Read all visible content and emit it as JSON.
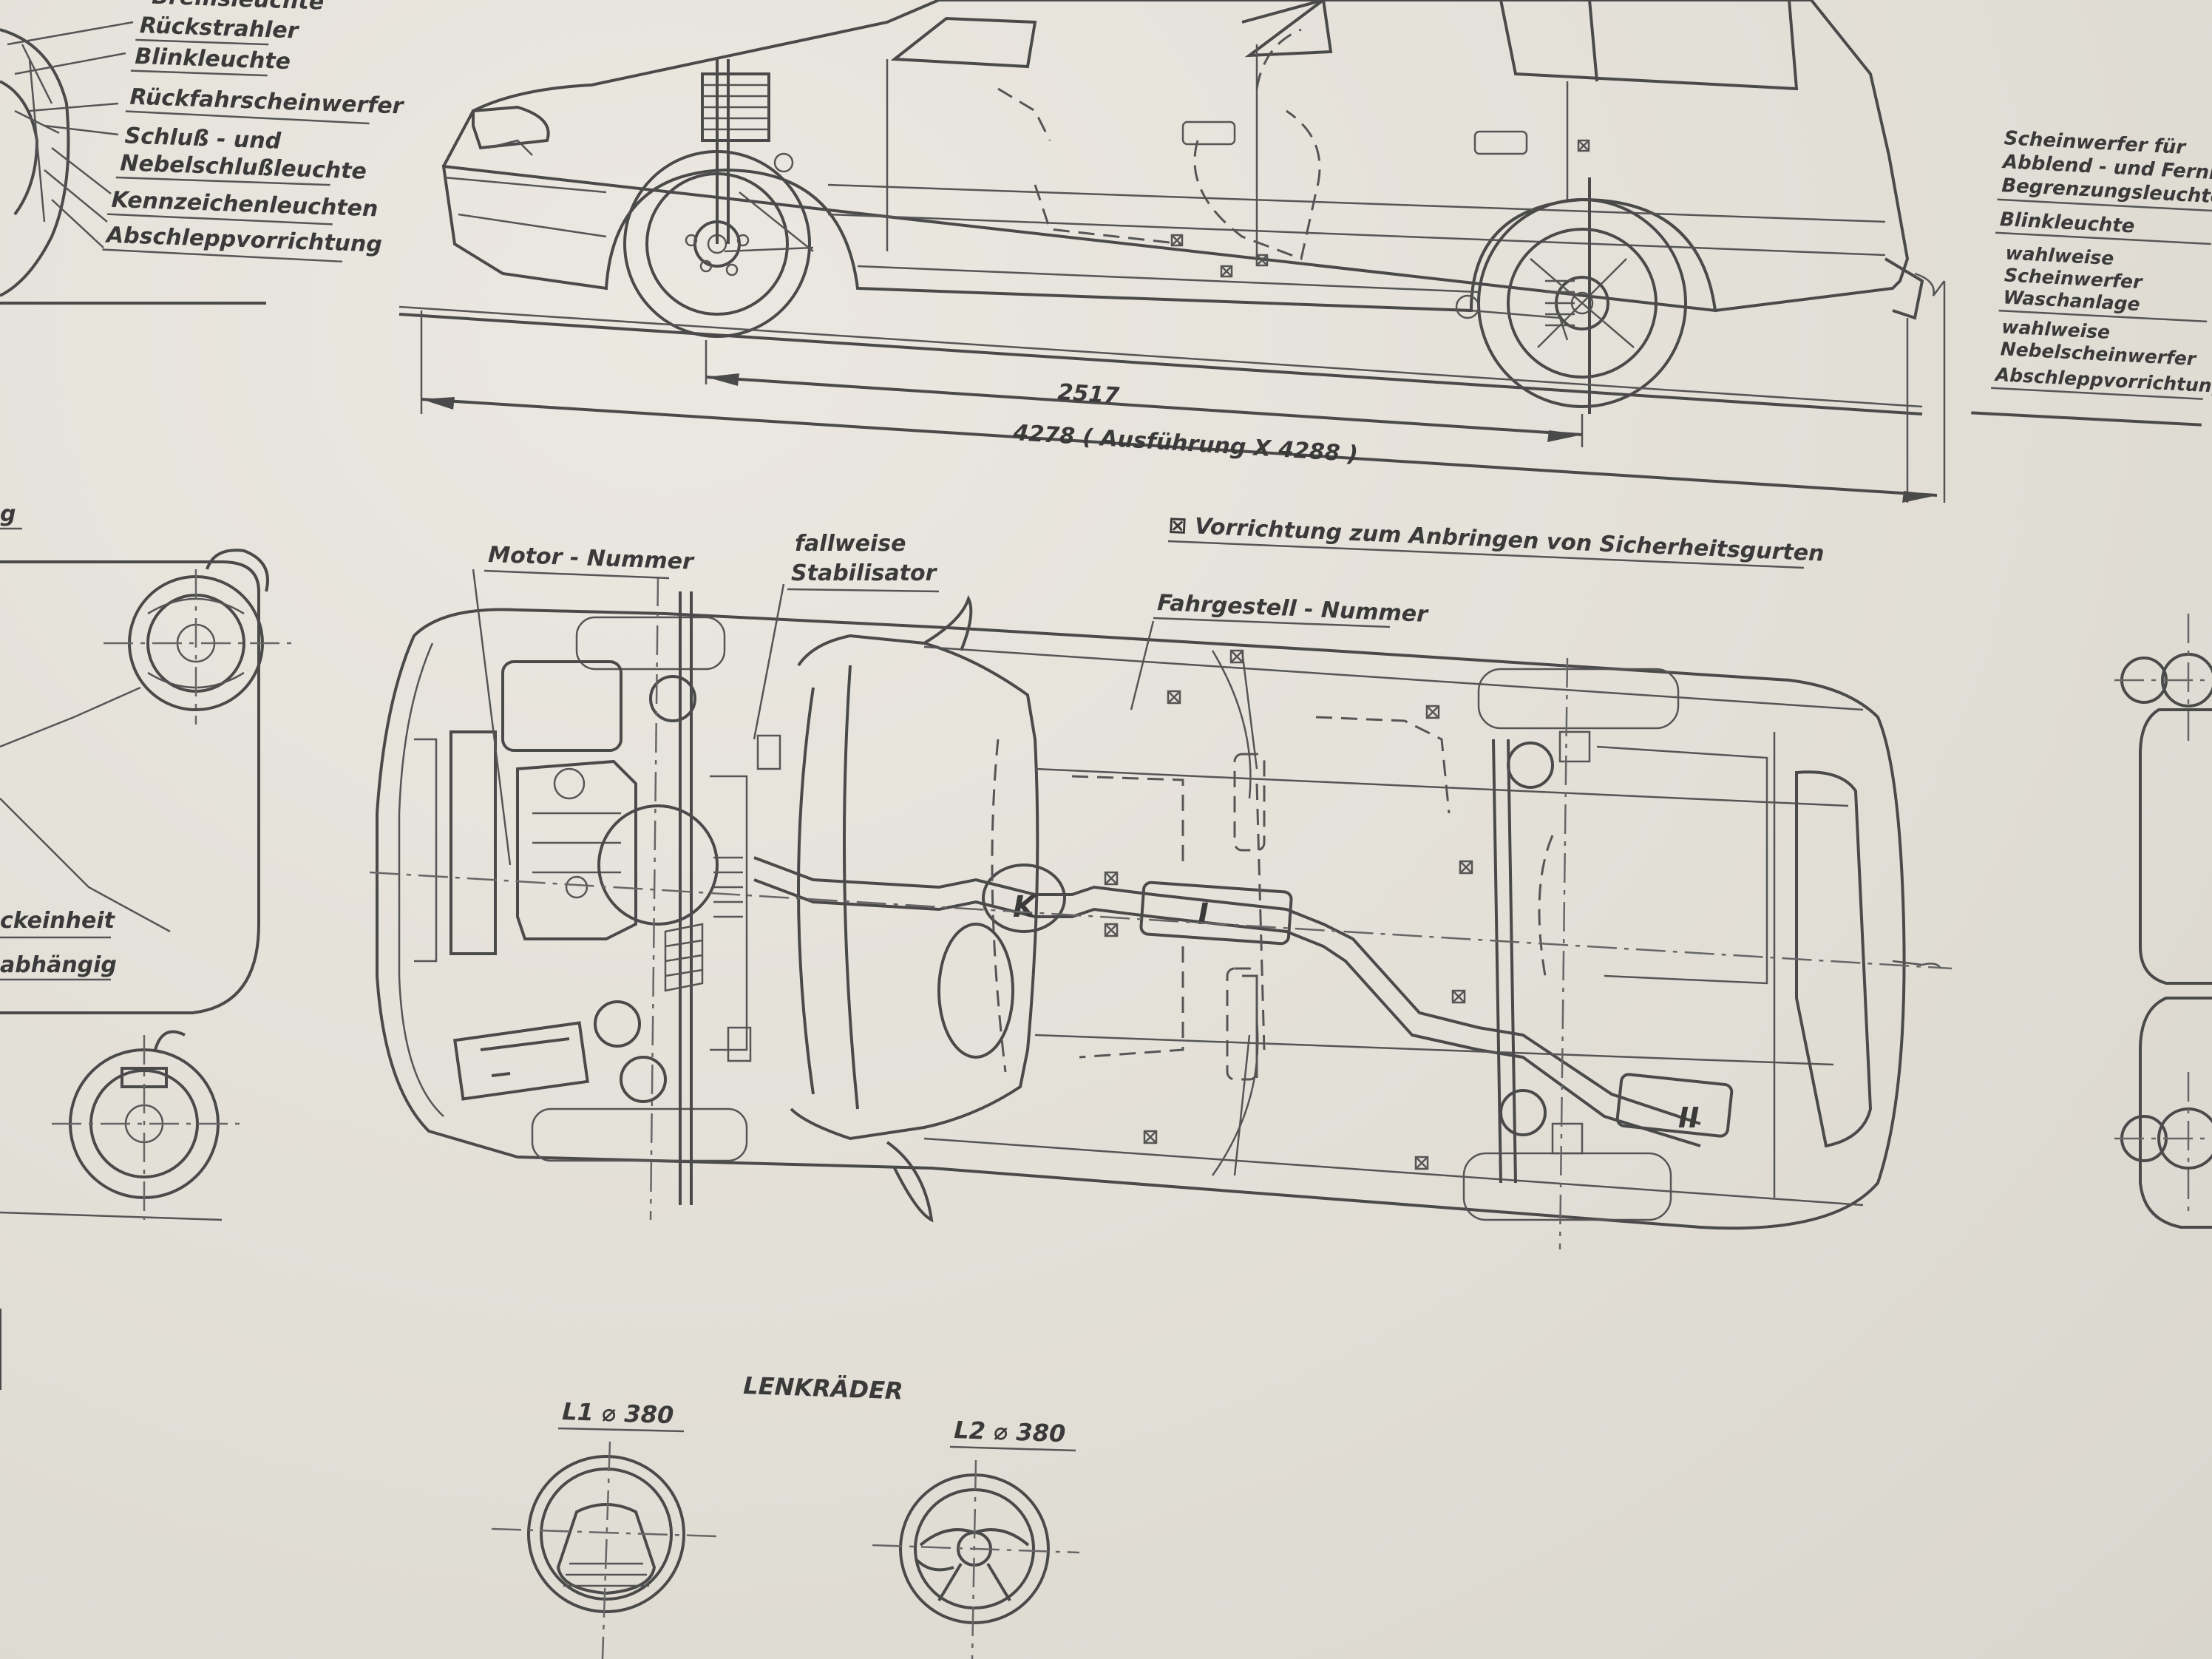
{
  "left_labels": {
    "top_partial": "Bremsleuchte",
    "rueckstrahler": "Rückstrahler",
    "blinkleuchte": "Blinkleuchte",
    "rueckfahr": "Rückfahrscheinwerfer",
    "schluss_1": "Schluß - und",
    "schluss_2": "Nebelschlußleuchte",
    "kennzeichen": "Kennzeichenleuchten",
    "abschlepp": "Abschleppvorrichtung"
  },
  "right_labels": {
    "scheinwerfer": "Scheinwerfer für",
    "abblend": "Abblend - und Fernlicht",
    "begrenzung": "Begrenzungsleuchte",
    "blink": "Blinkleuchte",
    "wahlweise1": "wahlweise",
    "scheinwerfer2": "Scheinwerfer",
    "waschanlage": "Waschanlage",
    "wahlweise2": "wahlweise",
    "nebel": "Nebelscheinwerfer",
    "abschlepp": "Abschleppvorrichtung"
  },
  "dimensions": {
    "wheelbase": "2517",
    "length": "4278 ( Ausführung X 4288 )"
  },
  "notes": {
    "belt": "⊠ Vorrichtung zum Anbringen von Sicherheitsgurten",
    "motor": "Motor - Nummer",
    "fallweise": "fallweise",
    "stabilisator": "Stabilisator",
    "fahrgestell": "Fahrgestell - Nummer",
    "k_mark": "K",
    "i_mark": "I",
    "ii_mark": "II"
  },
  "left_partial": {
    "g": "g",
    "druckeinheit": "ckeinheit",
    "abhaengig": "abhängig"
  },
  "steering": {
    "title": "LENKRÄDER",
    "l1": "L1 ⌀ 380",
    "l2": "L2 ⌀ 380"
  }
}
